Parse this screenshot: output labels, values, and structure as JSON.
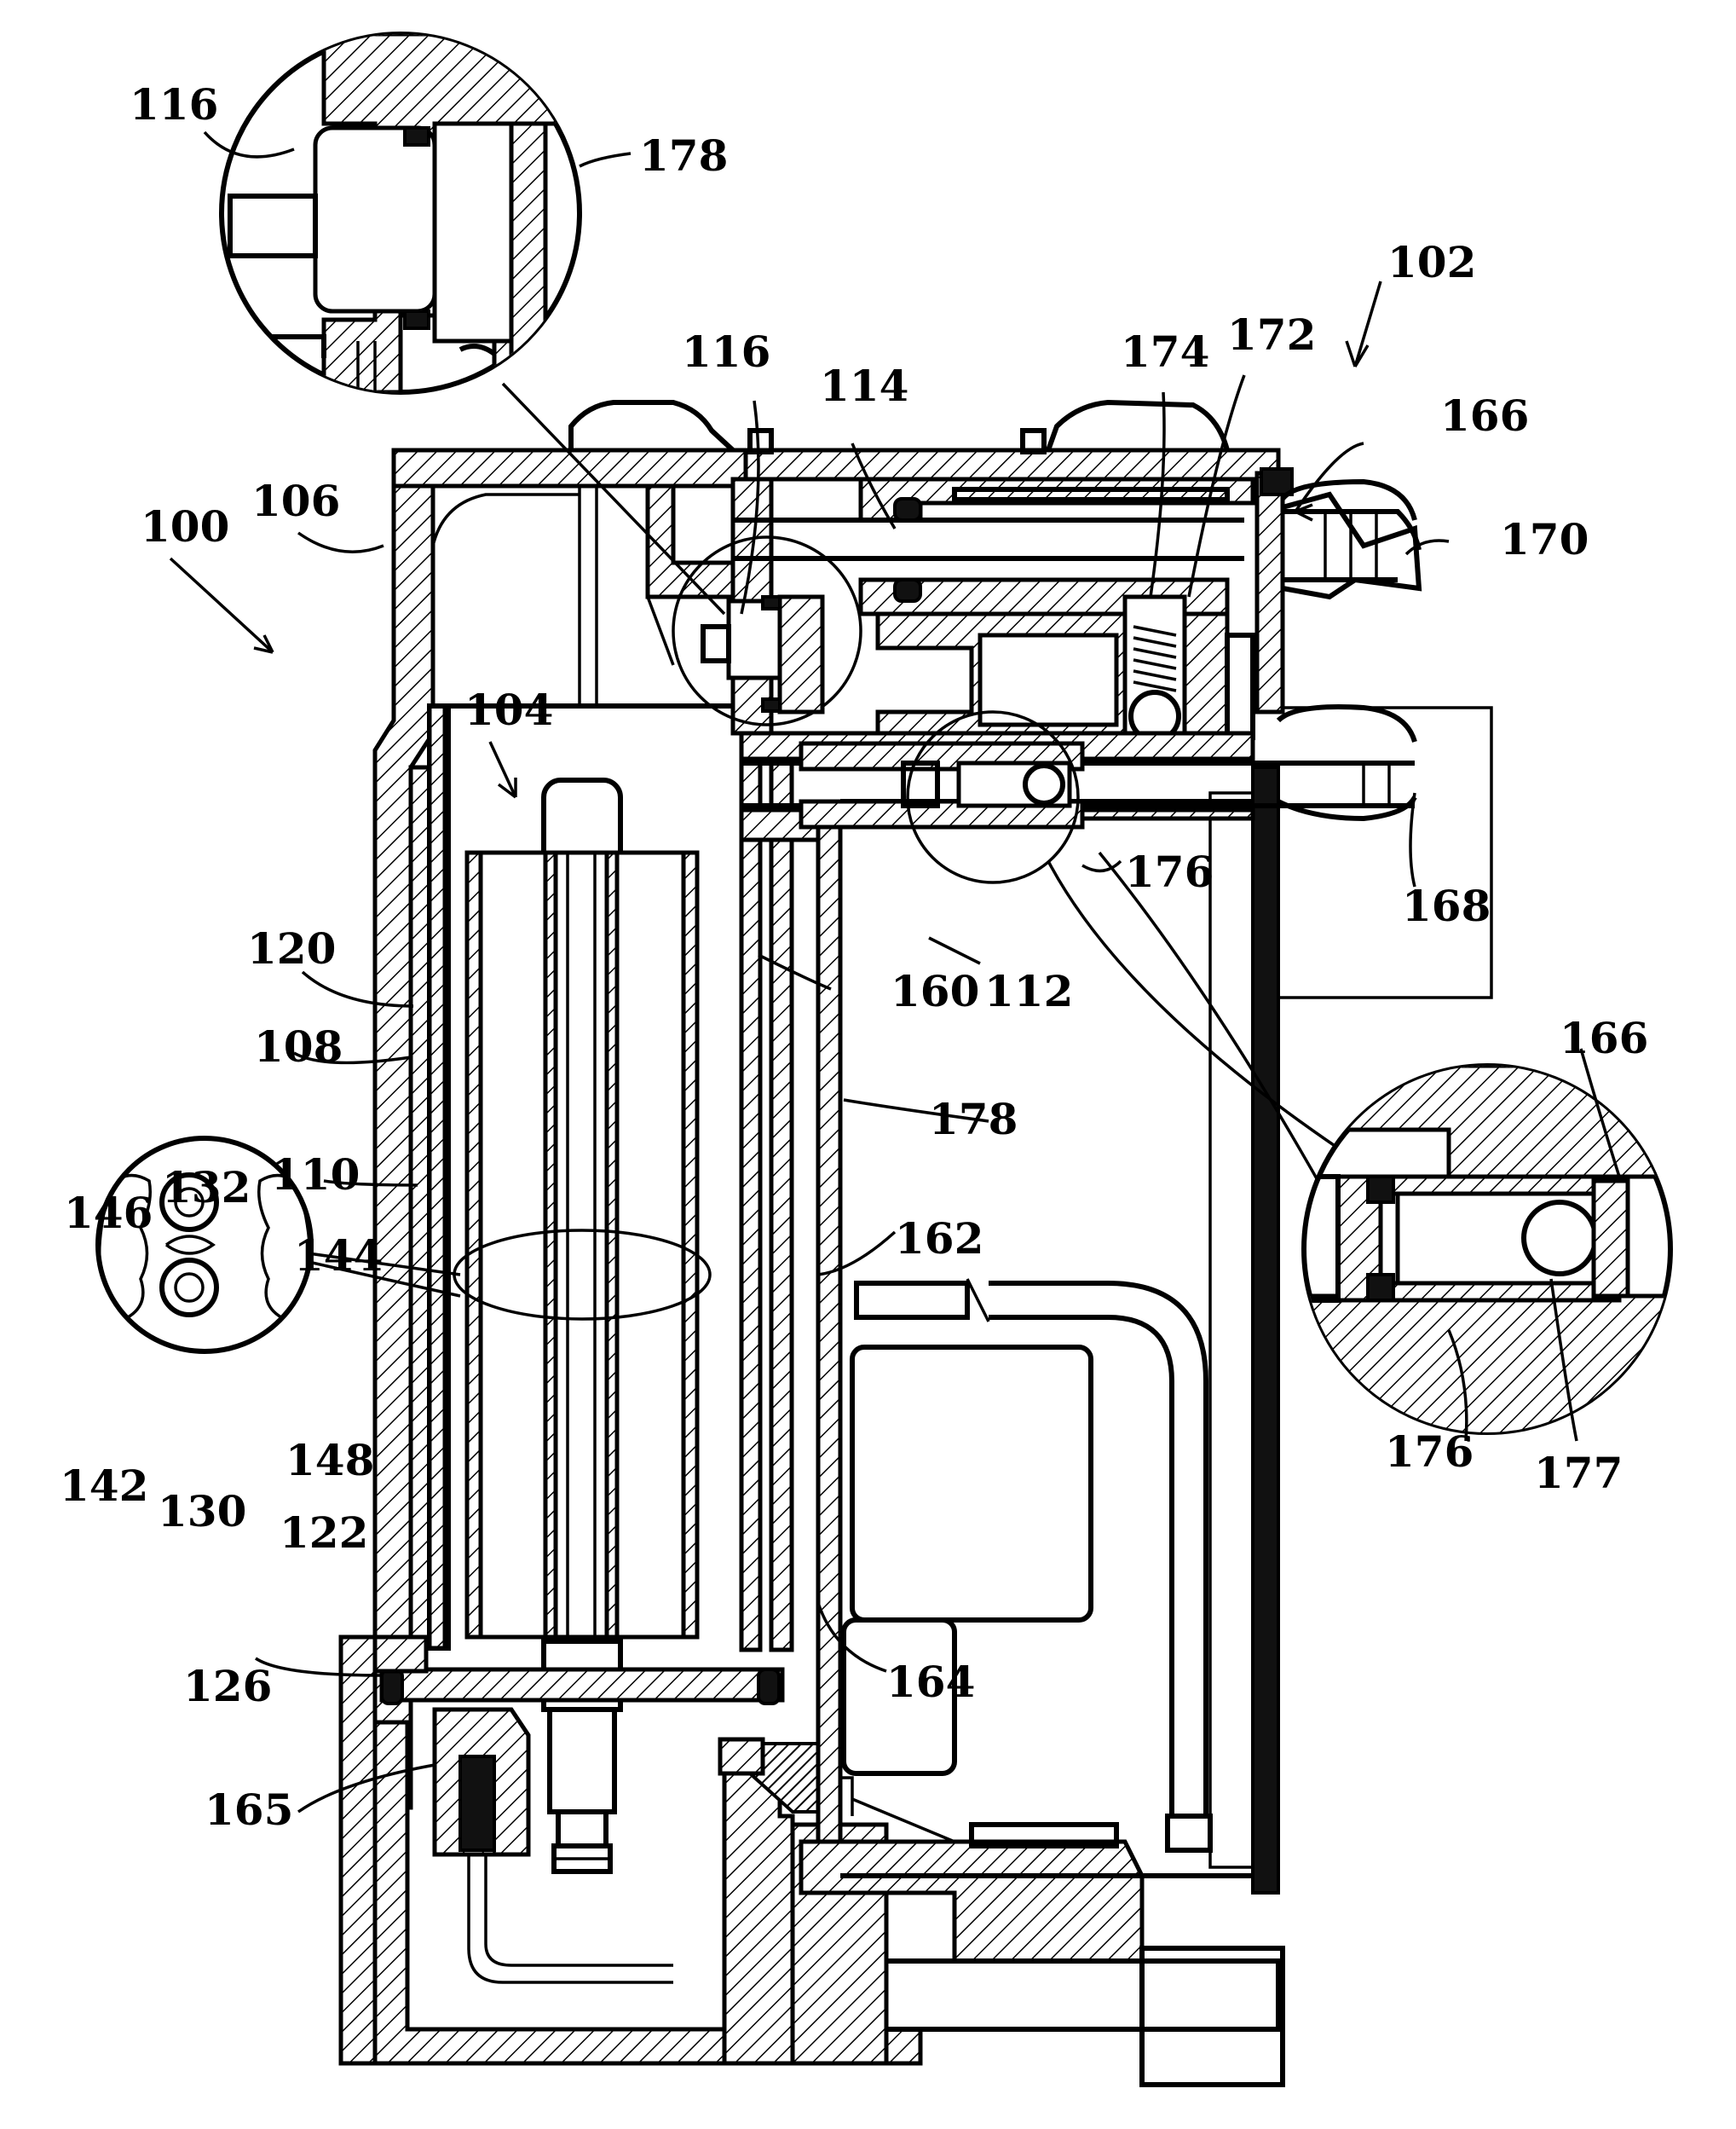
{
  "figure": {
    "labels": [
      {
        "id": "116a",
        "text": "116"
      },
      {
        "id": "178a",
        "text": "178"
      },
      {
        "id": "102",
        "text": "102"
      },
      {
        "id": "116b",
        "text": "116"
      },
      {
        "id": "114",
        "text": "114"
      },
      {
        "id": "174",
        "text": "174"
      },
      {
        "id": "172",
        "text": "172"
      },
      {
        "id": "166a",
        "text": "166"
      },
      {
        "id": "170",
        "text": "170"
      },
      {
        "id": "100",
        "text": "100"
      },
      {
        "id": "106",
        "text": "106"
      },
      {
        "id": "104",
        "text": "104"
      },
      {
        "id": "176a",
        "text": "176"
      },
      {
        "id": "168",
        "text": "168"
      },
      {
        "id": "120",
        "text": "120"
      },
      {
        "id": "160",
        "text": "160"
      },
      {
        "id": "112",
        "text": "112"
      },
      {
        "id": "108",
        "text": "108"
      },
      {
        "id": "178b",
        "text": "178"
      },
      {
        "id": "166b",
        "text": "166"
      },
      {
        "id": "110",
        "text": "110"
      },
      {
        "id": "132",
        "text": "132"
      },
      {
        "id": "146",
        "text": "146"
      },
      {
        "id": "144",
        "text": "144"
      },
      {
        "id": "162",
        "text": "162"
      },
      {
        "id": "142",
        "text": "142"
      },
      {
        "id": "130",
        "text": "130"
      },
      {
        "id": "148",
        "text": "148"
      },
      {
        "id": "176b",
        "text": "176"
      },
      {
        "id": "177",
        "text": "177"
      },
      {
        "id": "122",
        "text": "122"
      },
      {
        "id": "126",
        "text": "126"
      },
      {
        "id": "164",
        "text": "164"
      },
      {
        "id": "165",
        "text": "165"
      }
    ]
  }
}
